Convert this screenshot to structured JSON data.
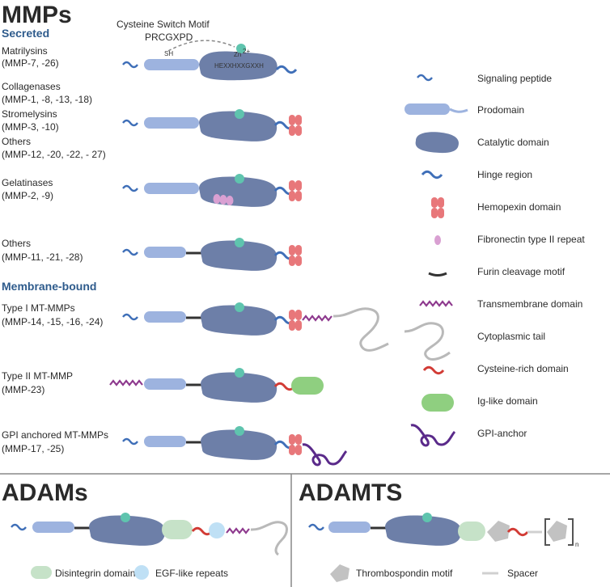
{
  "mmps": {
    "title": "MMPs",
    "secreted_header": "Secreted",
    "membrane_header": "Membrane-bound",
    "cysteine_switch": {
      "line1": "Cysteine Switch Motif",
      "line2": "PRCGXPD",
      "sh": "SH",
      "zn": "Zn",
      "zn_sup": "2+",
      "hexx": "HEXXHXXGXXH"
    },
    "rows": [
      {
        "lines": [
          "Matrilysins",
          "(MMP-7, -26)"
        ]
      },
      {
        "lines": [
          "Collagenases",
          "(MMP-1, -8, -13, -18)",
          "Stromelysins",
          "(MMP-3, -10)",
          "Others",
          "(MMP-12, -20, -22, - 27)"
        ]
      },
      {
        "lines": [
          "Gelatinases",
          "(MMP-2, -9)"
        ]
      },
      {
        "lines": [
          "Others",
          "(MMP-11, -21, -28)"
        ]
      },
      {
        "lines": [
          "Type I MT-MMPs",
          "(MMP-14, -15, -16, -24)"
        ]
      },
      {
        "lines": [
          "Type II MT-MMP",
          "(MMP-23)"
        ]
      },
      {
        "lines": [
          "GPI anchored MT-MMPs",
          "(MMP-17, -25)"
        ]
      }
    ]
  },
  "legend": [
    {
      "label": "Signaling peptide",
      "icon": "signaling-peptide"
    },
    {
      "label": "Prodomain",
      "icon": "prodomain"
    },
    {
      "label": "Catalytic domain",
      "icon": "catalytic-domain"
    },
    {
      "label": "Hinge region",
      "icon": "hinge-region"
    },
    {
      "label": "Hemopexin domain",
      "icon": "hemopexin-domain"
    },
    {
      "label": "Fibronectin type II repeat",
      "icon": "fibronectin-repeat"
    },
    {
      "label": "Furin cleavage motif",
      "icon": "furin-cleavage"
    },
    {
      "label": "Transmembrane domain",
      "icon": "transmembrane-domain"
    },
    {
      "label": "Cytoplasmic tail",
      "icon": "cytoplasmic-tail"
    },
    {
      "label": "Cysteine-rich domain",
      "icon": "cysteine-rich-domain"
    },
    {
      "label": "Ig-like domain",
      "icon": "ig-like-domain"
    },
    {
      "label": "GPI-anchor",
      "icon": "gpi-anchor"
    }
  ],
  "adams": {
    "title": "ADAMs",
    "legend": [
      {
        "label": "Disintegrin domain",
        "icon": "disintegrin-domain"
      },
      {
        "label": "EGF-like repeats",
        "icon": "egf-like-repeats"
      }
    ]
  },
  "adamts": {
    "title": "ADAMTS",
    "repeat_subscript": "n",
    "legend": [
      {
        "label": "Thrombospondin motif",
        "icon": "thrombospondin-motif"
      },
      {
        "label": "Spacer",
        "icon": "spacer"
      }
    ]
  },
  "colors": {
    "prodomain": "#9db3df",
    "catalytic": "#6d7fa8",
    "zinc": "#5fc4ae",
    "hinge": "#3f6fb8",
    "hemopexin": "#e8777a",
    "fibronectin": "#d9a0d2",
    "furin": "#333333",
    "transmembrane": "#8e3a8e",
    "cytoplasmic": "#b9b9b9",
    "cysteine_rich": "#d23b35",
    "ig_like": "#8fcf80",
    "gpi": "#5a2a8a",
    "disintegrin": "#c6e2c8",
    "egf": "#bfe0f5",
    "thrombospondin": "#c2c2c2",
    "section_header": "#2e5b8c"
  }
}
